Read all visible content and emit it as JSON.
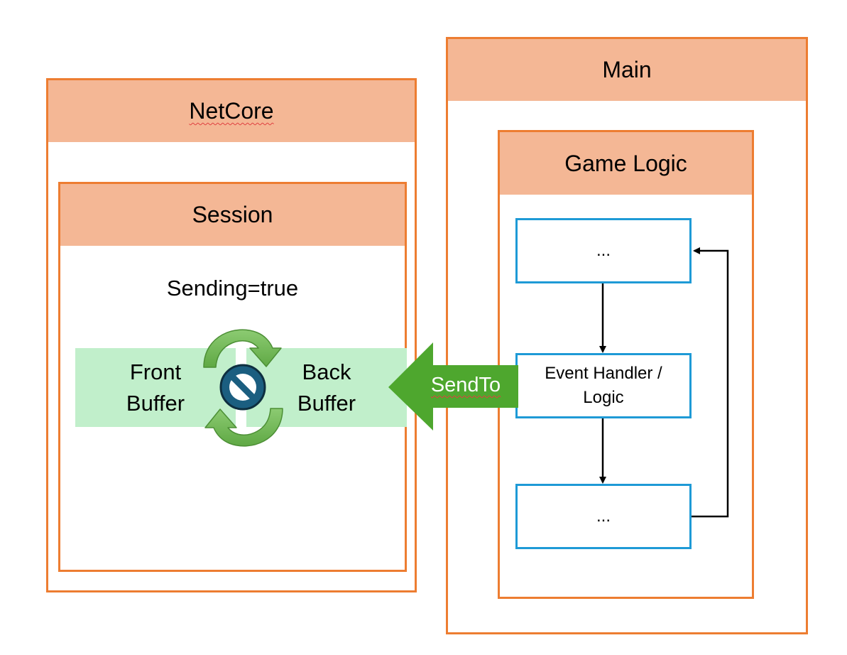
{
  "netcore": {
    "title": "NetCore"
  },
  "session": {
    "title": "Session",
    "state": "Sending=true",
    "front_buffer": "Front\nBuffer",
    "back_buffer": "Back\nBuffer"
  },
  "main": {
    "title": "Main"
  },
  "game_logic": {
    "title": "Game Logic",
    "steps": [
      "...",
      "Event Handler /\nLogic",
      "..."
    ]
  },
  "send_arrow": {
    "label": "SendTo"
  },
  "colors": {
    "container_border": "#ED7D31",
    "header_fill": "#F4B795",
    "step_border": "#1E9AD6",
    "buffer_fill": "#C1EFCB",
    "arrow_fill": "#4EA72E",
    "blocked_icon": "#1B5E80"
  },
  "icons": {
    "swap": "swap-cycle-icon",
    "blocked": "blocked-icon"
  }
}
